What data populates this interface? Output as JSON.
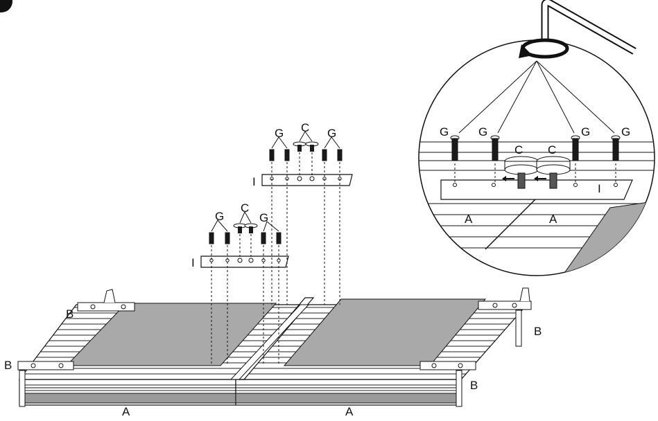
{
  "diagram": {
    "step_marker": "",
    "labels": {
      "A": "A",
      "B": "B",
      "C": "C",
      "G": "G",
      "I": "I"
    },
    "colors": {
      "line": "#111111",
      "panel_fill": "#a9a9a9",
      "rail_fill": "#ffffff",
      "screw_fill": "#1a1a1a"
    },
    "icons": {
      "tool": "hex-key-icon",
      "rotation": "rotate-arrow-icon"
    }
  }
}
